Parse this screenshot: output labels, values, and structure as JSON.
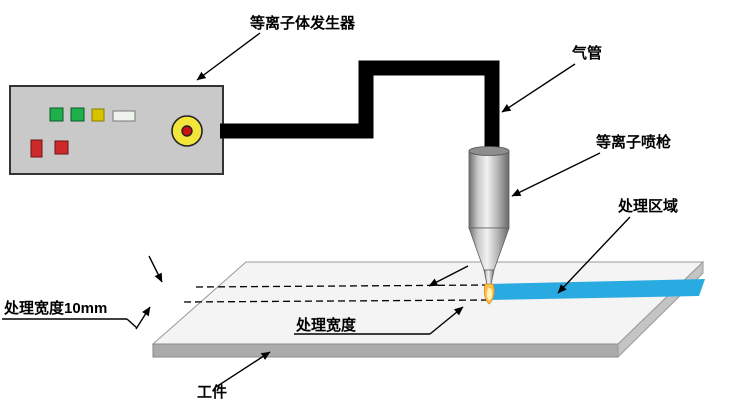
{
  "diagram": {
    "title": "Plasma surface treatment schematic",
    "labels": {
      "generator": "等离子体发生器",
      "air_tube": "气管",
      "plasma_gun": "等离子喷枪",
      "treatment_area": "处理区域",
      "treatment_width_10mm": "处理宽度10mm",
      "treatment_width": "处理宽度",
      "workpiece": "工件"
    },
    "colors": {
      "treated_strip": "#29abe2",
      "cable": "#000000",
      "box_fill": "#c9c9c9",
      "box_stroke": "#333333",
      "indicator_green": "#1faf4b",
      "indicator_yellow": "#d6c300",
      "indicator_white": "#eef3ee",
      "indicator_red": "#cc2a2a",
      "button_yellow": "#f2e63c",
      "button_red": "#cc1111",
      "plate_top": "#f4f4f4",
      "plate_front": "#ababab",
      "plate_side": "#c4c4c4",
      "flame_outer": "#ffc04d",
      "flame_inner": "#fff4bb",
      "annotation": "#000000"
    }
  }
}
